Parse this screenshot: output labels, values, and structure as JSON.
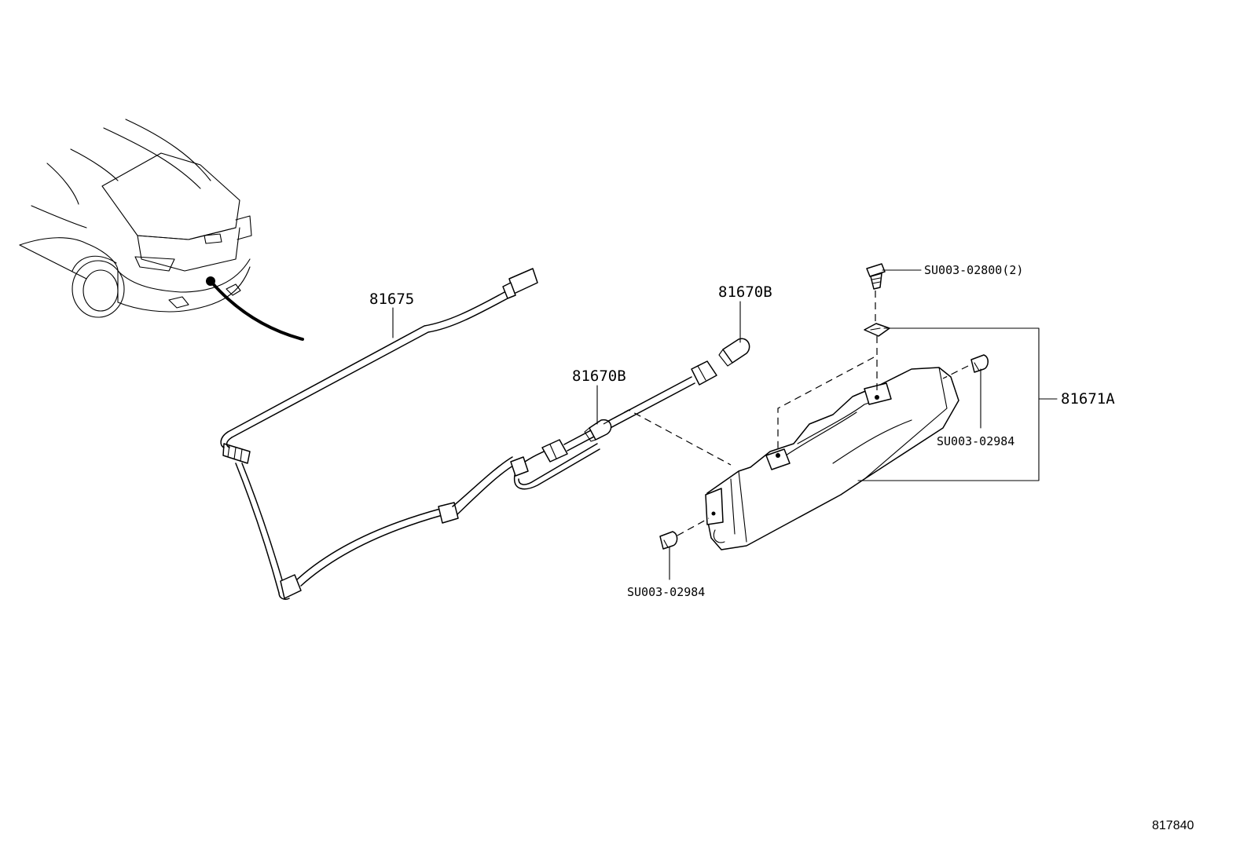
{
  "callouts": {
    "harness": "81675",
    "bulb_upper": "81670B",
    "bulb_lower": "81670B",
    "lamp_assembly": "81671A",
    "screw_top": "SU003-02800(2)",
    "screw_right": "SU003-02984",
    "screw_bottom": "SU003-02984"
  },
  "figure_ref": "817840",
  "icons": {
    "vehicle": "vehicle-rear-icon",
    "harness": "wire-harness-icon",
    "bulb": "bulb-icon",
    "lamp": "lamp-housing-icon",
    "screw": "screw-icon"
  }
}
